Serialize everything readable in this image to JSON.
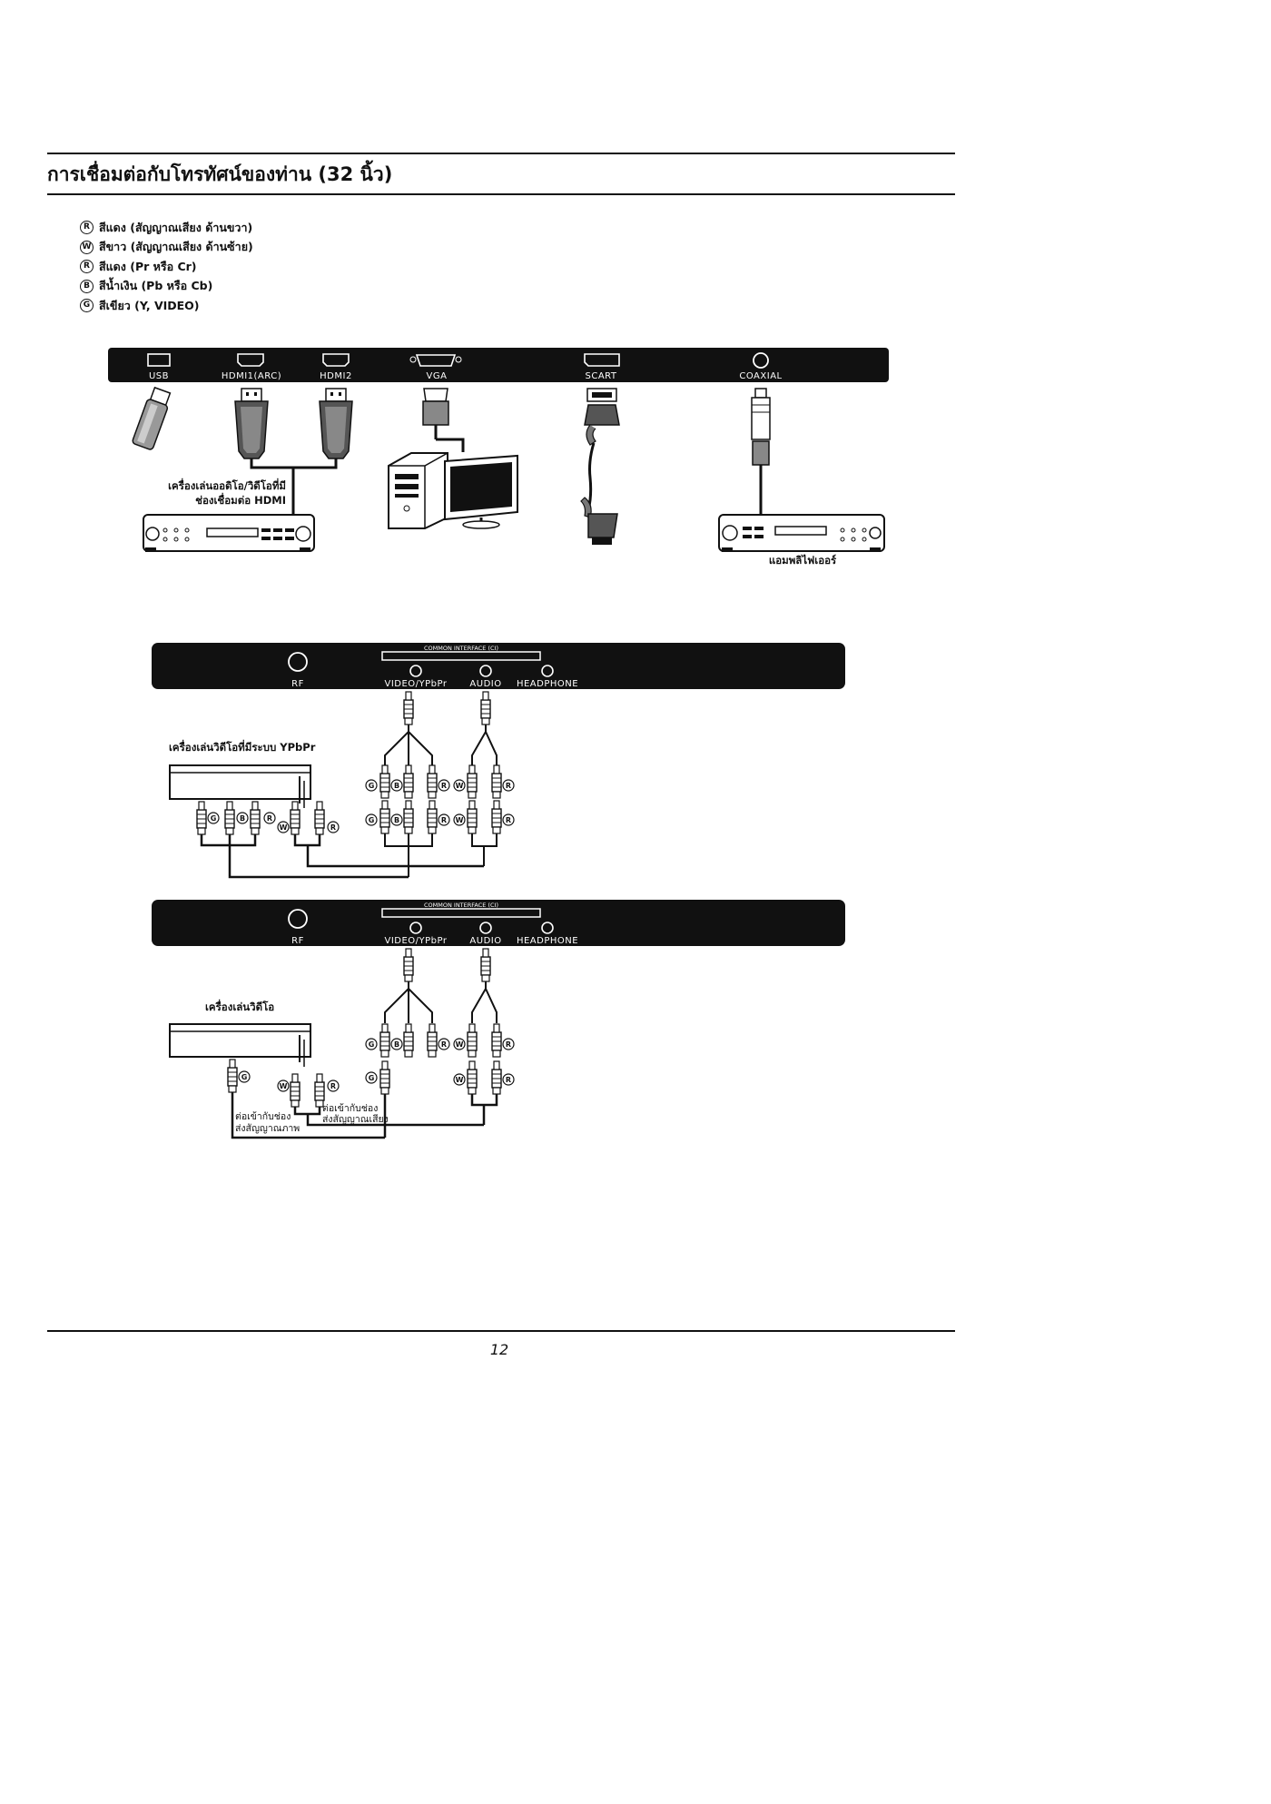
{
  "title": "การเชื่อมต่อกับโทรทัศน์ของท่าน (32 นิ้ว)",
  "legend": [
    {
      "letter": "R",
      "text": "สีแดง (สัญญาณเสียง ด้านขวา)"
    },
    {
      "letter": "W",
      "text": "สีขาว (สัญญาณเสียง ด้านซ้าย)"
    },
    {
      "letter": "R",
      "text": "สีแดง (Pr หรือ Cr)"
    },
    {
      "letter": "B",
      "text": "สีน้ำเงิน (Pb หรือ Cb)"
    },
    {
      "letter": "G",
      "text": "สีเขียว (Y, VIDEO)"
    }
  ],
  "panel_top": {
    "ports": [
      "USB",
      "HDMI1(ARC)",
      "HDMI2",
      "VGA",
      "SCART",
      "COAXIAL"
    ]
  },
  "hdmi_device_label_1": "เครื่องเล่นออดิโอ/วิดีโอที่มี",
  "hdmi_device_label_2": "ช่องเชื่อมต่อ HDMI",
  "amplifier_label": "แอมพลิไฟเออร์",
  "panel_mid": {
    "ci_label": "COMMON INTERFACE (CI)",
    "rf": "RF",
    "video": "VIDEO/YPbPr",
    "audio": "AUDIO",
    "headphone": "HEADPHONE"
  },
  "ypbpr_player_label": "เครื่องเล่นวิดีโอที่มีระบบ YPbPr",
  "video_player_label": "เครื่องเล่นวิดีโอ",
  "video_note_1": "ต่อเข้ากับช่อง",
  "video_note_2": "ส่งสัญญาณภาพ",
  "audio_note_1": "ต่อเข้ากับช่อง",
  "audio_note_2": "ส่งสัญญาณเสียง",
  "tags": {
    "g": "G",
    "b": "B",
    "r": "R",
    "w": "W"
  },
  "page_number": "12"
}
